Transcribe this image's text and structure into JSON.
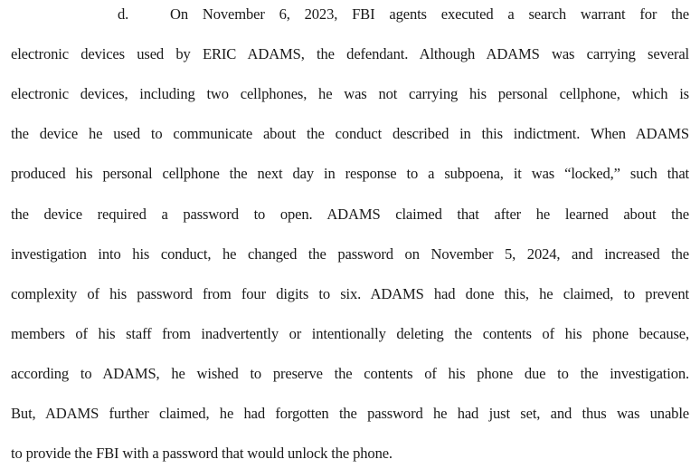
{
  "paragraph": {
    "marker": "d.",
    "lines": [
      "On November 6, 2023, FBI agents executed a search warrant for the",
      "electronic devices used by ERIC ADAMS, the defendant.  Although ADAMS was carrying several",
      "electronic devices, including two cellphones, he was not carrying his personal cellphone, which is",
      "the device he used to communicate about the conduct described in this indictment.  When ADAMS",
      "produced his personal cellphone the next day in response to a subpoena, it was “locked,” such that",
      "the device required a password to open.  ADAMS claimed that after he learned about the",
      "investigation into his conduct, he changed the password on November 5, 2024, and increased the",
      "complexity of his password from four digits to six.  ADAMS had done this, he claimed, to prevent",
      "members of his staff from inadvertently or intentionally deleting the contents of his phone because,",
      "according to ADAMS, he wished to preserve the contents of his phone due to the investigation.",
      "But, ADAMS further claimed, he had forgotten the password he had just set, and thus was unable",
      "to provide the FBI with a password that would unlock the phone."
    ]
  }
}
